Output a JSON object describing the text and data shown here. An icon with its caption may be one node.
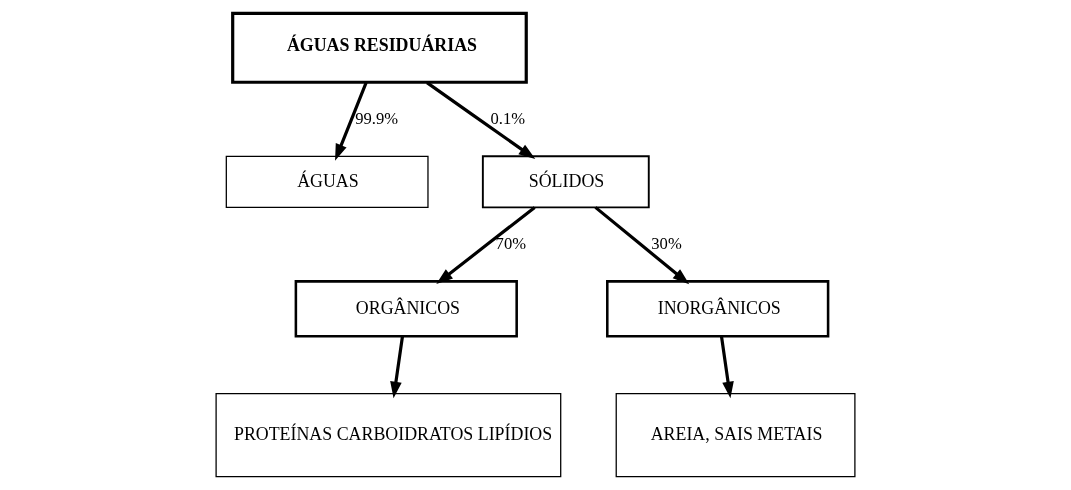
{
  "diagram": {
    "nodes": [
      {
        "text": [
          "ÁGUAS RESIDUÁRIAS"
        ]
      },
      {
        "text": [
          "ÁGUAS"
        ]
      },
      {
        "text": [
          "SÓLIDOS"
        ]
      },
      {
        "text": [
          "ORGÂNICOS"
        ]
      },
      {
        "text": [
          "INORGÂNICOS"
        ]
      },
      {
        "text": [
          "PROTEÍNAS CARBOIDRATOS LIPÍDIOS"
        ]
      },
      {
        "text": [
          "AREIA, SAIS METAIS"
        ]
      }
    ],
    "edges": [
      {
        "from": 0,
        "to": 1,
        "arrow": "to",
        "label": "99.9%"
      },
      {
        "from": 0,
        "to": 2,
        "arrow": "to",
        "label": "0.1%"
      },
      {
        "from": 2,
        "to": 3,
        "arrow": "to",
        "label": "70%"
      },
      {
        "from": 2,
        "to": 4,
        "arrow": "to",
        "label": "30%"
      },
      {
        "from": 3,
        "to": 5,
        "arrow": "to"
      },
      {
        "from": 4,
        "to": 6,
        "arrow": "to"
      }
    ]
  }
}
